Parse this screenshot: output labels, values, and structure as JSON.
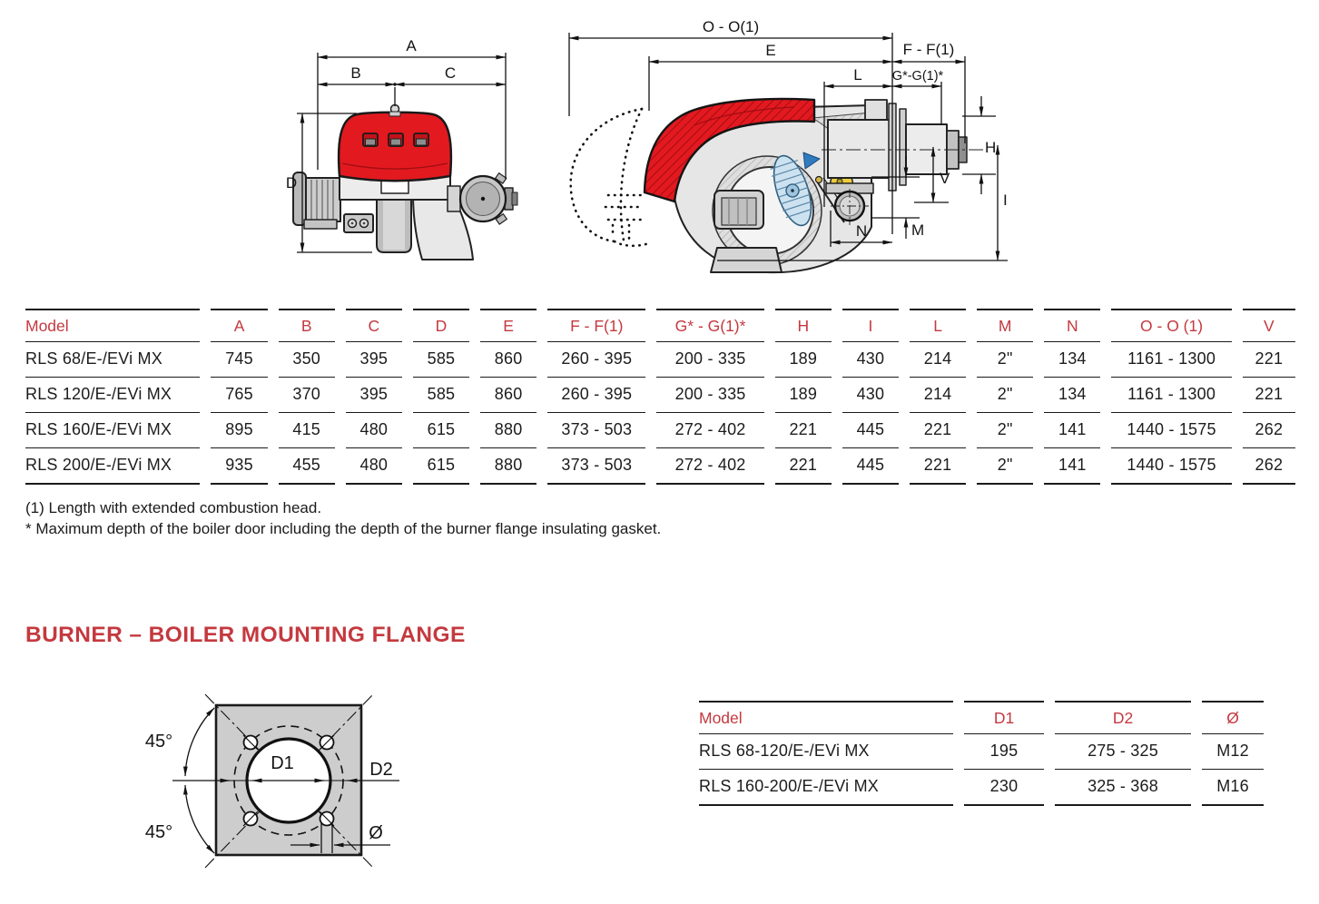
{
  "accent_color": "#c4393f",
  "drawing_red": "#e31920",
  "front_view": {
    "labels": {
      "a": "A",
      "b": "B",
      "c": "C",
      "d": "D"
    }
  },
  "side_view": {
    "labels": {
      "o": "O - O(1)",
      "e": "E",
      "f": "F - F(1)",
      "l": "L",
      "g": "G*-G(1)*",
      "h": "H",
      "v": "V",
      "i": "I",
      "m": "M",
      "n": "N"
    }
  },
  "main_table": {
    "columns": [
      "Model",
      "A",
      "B",
      "C",
      "D",
      "E",
      "F - F(1)",
      "G* - G(1)*",
      "H",
      "I",
      "L",
      "M",
      "N",
      "O - O (1)",
      "V"
    ],
    "rows": [
      [
        "RLS 68/E-/EVi MX",
        "745",
        "350",
        "395",
        "585",
        "860",
        "260 - 395",
        "200 - 335",
        "189",
        "430",
        "214",
        "2\"",
        "134",
        "1161 - 1300",
        "221"
      ],
      [
        "RLS 120/E-/EVi MX",
        "765",
        "370",
        "395",
        "585",
        "860",
        "260 - 395",
        "200 - 335",
        "189",
        "430",
        "214",
        "2\"",
        "134",
        "1161 - 1300",
        "221"
      ],
      [
        "RLS 160/E-/EVi MX",
        "895",
        "415",
        "480",
        "615",
        "880",
        "373 - 503",
        "272 - 402",
        "221",
        "445",
        "221",
        "2\"",
        "141",
        "1440 - 1575",
        "262"
      ],
      [
        "RLS 200/E-/EVi MX",
        "935",
        "455",
        "480",
        "615",
        "880",
        "373 - 503",
        "272 - 402",
        "221",
        "445",
        "221",
        "2\"",
        "141",
        "1440 - 1575",
        "262"
      ]
    ]
  },
  "footnotes": [
    "(1) Length with extended combustion head.",
    "* Maximum depth of the boiler door including the depth of the burner flange insulating gasket."
  ],
  "section_title": "BURNER – BOILER MOUNTING FLANGE",
  "flange_drawing": {
    "labels": {
      "angle_top": "45°",
      "angle_bottom": "45°",
      "d1": "D1",
      "d2": "D2",
      "dia": "Ø"
    }
  },
  "flange_table": {
    "columns": [
      "Model",
      "D1",
      "D2",
      "Ø"
    ],
    "rows": [
      [
        "RLS 68-120/E-/EVi MX",
        "195",
        "275 - 325",
        "M12"
      ],
      [
        "RLS 160-200/E-/EVi MX",
        "230",
        "325 - 368",
        "M16"
      ]
    ]
  }
}
